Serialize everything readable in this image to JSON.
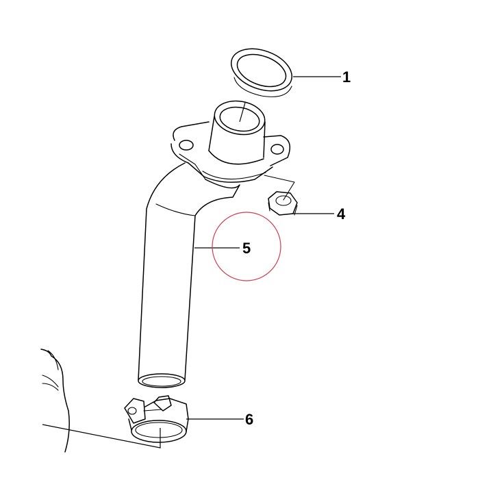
{
  "callouts": {
    "seal_ring": "1",
    "nut": "4",
    "pipe": "5",
    "clamp": "6"
  },
  "colors": {
    "line": "#000000",
    "background": "#ffffff",
    "highlight_circle": "#d23c4b"
  }
}
